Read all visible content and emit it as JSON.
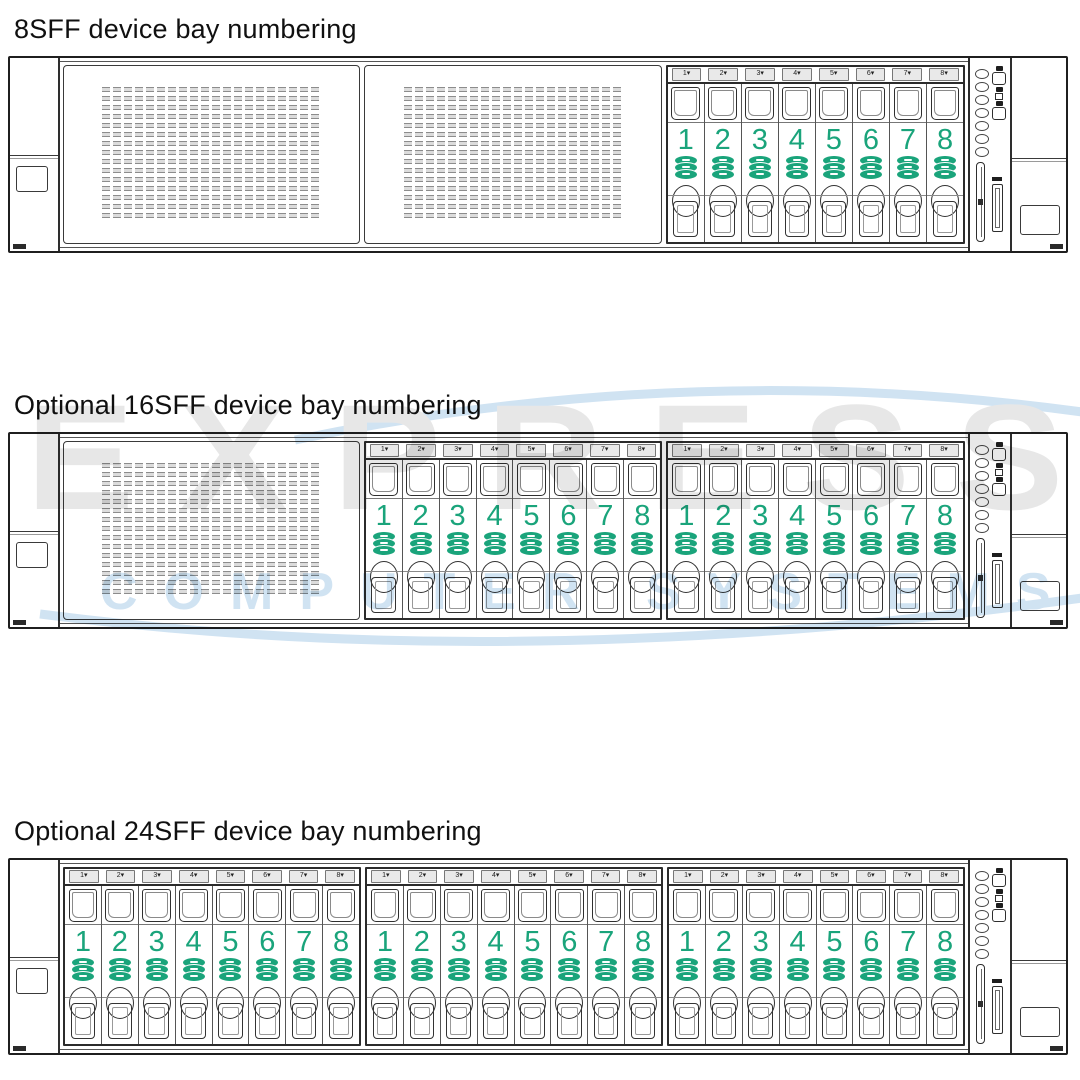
{
  "colors": {
    "green": "#1aa47b",
    "outline": "#2b2b2b",
    "watermark_gray": "#d4d4d4",
    "watermark_blue": "#a9cbe8"
  },
  "watermark": {
    "word": "EXPRESS",
    "subtitle": "COMPUTER SYSTEMS"
  },
  "control_panel": {
    "led_count": 7,
    "icons": [
      "power-icon",
      "power-button",
      "health-icon",
      "nic-status-led",
      "uid-icon",
      "uid-button",
      "serial-pull-tab",
      "usb-port"
    ]
  },
  "servers": [
    {
      "title": "8SFF device bay numbering",
      "sections": [
        {
          "type": "blank"
        },
        {
          "type": "blank"
        },
        {
          "type": "bays",
          "bays": [
            {
              "tab": "1▾",
              "num": "1"
            },
            {
              "tab": "2▾",
              "num": "2"
            },
            {
              "tab": "3▾",
              "num": "3"
            },
            {
              "tab": "4▾",
              "num": "4"
            },
            {
              "tab": "5▾",
              "num": "5"
            },
            {
              "tab": "6▾",
              "num": "6"
            },
            {
              "tab": "7▾",
              "num": "7"
            },
            {
              "tab": "8▾",
              "num": "8"
            }
          ]
        }
      ]
    },
    {
      "title": "Optional 16SFF device bay numbering",
      "sections": [
        {
          "type": "blank"
        },
        {
          "type": "bays",
          "bays": [
            {
              "tab": "1▾",
              "num": "1"
            },
            {
              "tab": "2▾",
              "num": "2"
            },
            {
              "tab": "3▾",
              "num": "3"
            },
            {
              "tab": "4▾",
              "num": "4"
            },
            {
              "tab": "5▾",
              "num": "5"
            },
            {
              "tab": "6▾",
              "num": "6"
            },
            {
              "tab": "7▾",
              "num": "7"
            },
            {
              "tab": "8▾",
              "num": "8"
            }
          ]
        },
        {
          "type": "bays",
          "bays": [
            {
              "tab": "1▾",
              "num": "1"
            },
            {
              "tab": "2▾",
              "num": "2"
            },
            {
              "tab": "3▾",
              "num": "3"
            },
            {
              "tab": "4▾",
              "num": "4"
            },
            {
              "tab": "5▾",
              "num": "5"
            },
            {
              "tab": "6▾",
              "num": "6"
            },
            {
              "tab": "7▾",
              "num": "7"
            },
            {
              "tab": "8▾",
              "num": "8"
            }
          ]
        }
      ]
    },
    {
      "title": "Optional 24SFF device bay numbering",
      "sections": [
        {
          "type": "bays",
          "bays": [
            {
              "tab": "1▾",
              "num": "1"
            },
            {
              "tab": "2▾",
              "num": "2"
            },
            {
              "tab": "3▾",
              "num": "3"
            },
            {
              "tab": "4▾",
              "num": "4"
            },
            {
              "tab": "5▾",
              "num": "5"
            },
            {
              "tab": "6▾",
              "num": "6"
            },
            {
              "tab": "7▾",
              "num": "7"
            },
            {
              "tab": "8▾",
              "num": "8"
            }
          ]
        },
        {
          "type": "bays",
          "bays": [
            {
              "tab": "1▾",
              "num": "1"
            },
            {
              "tab": "2▾",
              "num": "2"
            },
            {
              "tab": "3▾",
              "num": "3"
            },
            {
              "tab": "4▾",
              "num": "4"
            },
            {
              "tab": "5▾",
              "num": "5"
            },
            {
              "tab": "6▾",
              "num": "6"
            },
            {
              "tab": "7▾",
              "num": "7"
            },
            {
              "tab": "8▾",
              "num": "8"
            }
          ]
        },
        {
          "type": "bays",
          "bays": [
            {
              "tab": "1▾",
              "num": "1"
            },
            {
              "tab": "2▾",
              "num": "2"
            },
            {
              "tab": "3▾",
              "num": "3"
            },
            {
              "tab": "4▾",
              "num": "4"
            },
            {
              "tab": "5▾",
              "num": "5"
            },
            {
              "tab": "6▾",
              "num": "6"
            },
            {
              "tab": "7▾",
              "num": "7"
            },
            {
              "tab": "8▾",
              "num": "8"
            }
          ]
        }
      ]
    }
  ]
}
